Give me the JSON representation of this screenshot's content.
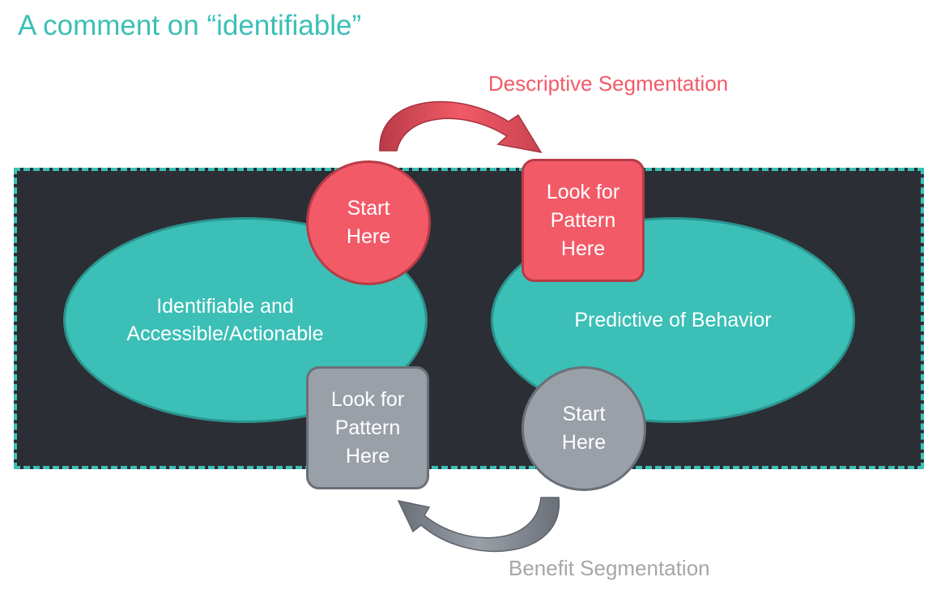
{
  "title": "A comment on “identifiable”",
  "flows": {
    "top_label": "Descriptive Segmentation",
    "bottom_label": "Benefit Segmentation"
  },
  "regions": {
    "left": "Identifiable and Accessible/Actionable",
    "right": "Predictive of Behavior"
  },
  "nodes": {
    "start_top": "Start Here",
    "look_top": "Look for Pattern Here",
    "look_bottom": "Look for Pattern Here",
    "start_bottom": "Start Here"
  },
  "colors": {
    "accent": "#3bbfb6",
    "descriptive": "#f25a68",
    "benefit": "#9aa0a8",
    "panel": "#2c2e35"
  }
}
